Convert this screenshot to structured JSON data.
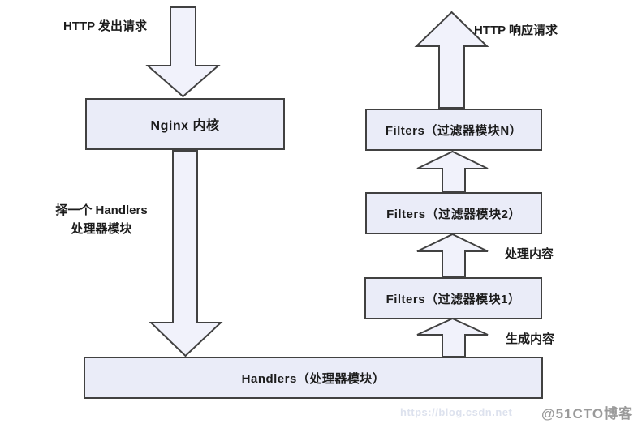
{
  "diagram": {
    "labels": {
      "http_request": "HTTP 发出请求",
      "http_response": "HTTP 响应请求",
      "select_handler_line1": "择一个 Handlers",
      "select_handler_line2": "处理器模块",
      "process_content": "处理内容",
      "generate_content": "生成内容"
    },
    "boxes": {
      "nginx_core": "Nginx 内核",
      "handlers": "Handlers（处理器模块）",
      "filter_1": "Filters（过滤器模块1）",
      "filter_2": "Filters（过滤器模块2）",
      "filter_n": "Filters（过滤器模块N）"
    },
    "watermark": {
      "url_text": "https://blog.csdn.net",
      "site_text": "@51CTO博客"
    },
    "colors": {
      "box_fill": "#eaecf8",
      "arrow_fill": "#f1f2fb",
      "border": "#414141",
      "text": "#1c1c1c",
      "watermark_gray": "#9a9a9a",
      "watermark_faint": "#dde2ee"
    }
  }
}
